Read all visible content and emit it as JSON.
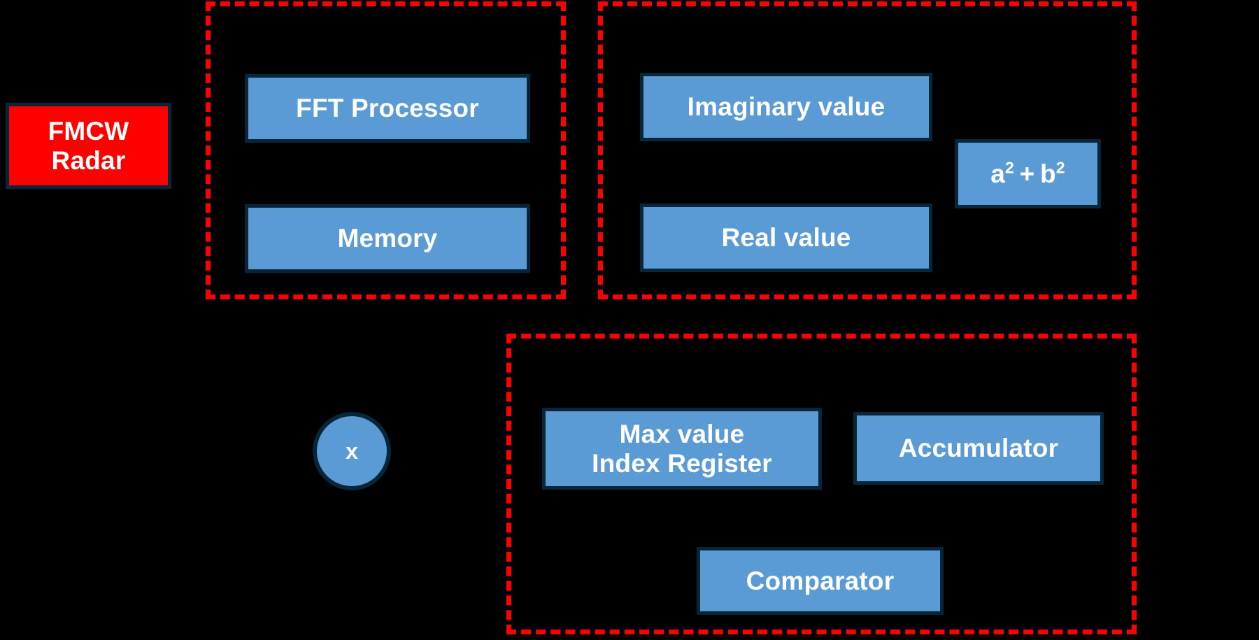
{
  "diagram": {
    "title": "FMCW Radar signal processing block diagram",
    "background_color": "#000000",
    "colors": {
      "block_fill": "#5B9BD5",
      "block_border": "#07263A",
      "source_fill": "#FF0000",
      "group_border": "#FF0000",
      "text": "#FFFFFF"
    }
  },
  "groups": [
    {
      "id": "group-fft",
      "label": ""
    },
    {
      "id": "group-magnitude",
      "label": ""
    },
    {
      "id": "group-peak-search",
      "label": ""
    }
  ],
  "blocks": {
    "fmcw_radar": {
      "label": "FMCW\nRadar"
    },
    "fft_processor": {
      "label": "FFT Processor"
    },
    "memory": {
      "label": "Memory"
    },
    "imaginary_value": {
      "label": "Imaginary value"
    },
    "real_value": {
      "label": "Real value"
    },
    "sum_of_squares": {
      "base_a": "a",
      "exp_a": "2",
      "operator": "+",
      "base_b": "b",
      "exp_b": "2",
      "label": "a2 + b2"
    },
    "multiplier": {
      "label": "x"
    },
    "max_value_index_register": {
      "label": "Max value\nIndex Register"
    },
    "accumulator": {
      "label": "Accumulator"
    },
    "comparator": {
      "label": "Comparator"
    }
  }
}
